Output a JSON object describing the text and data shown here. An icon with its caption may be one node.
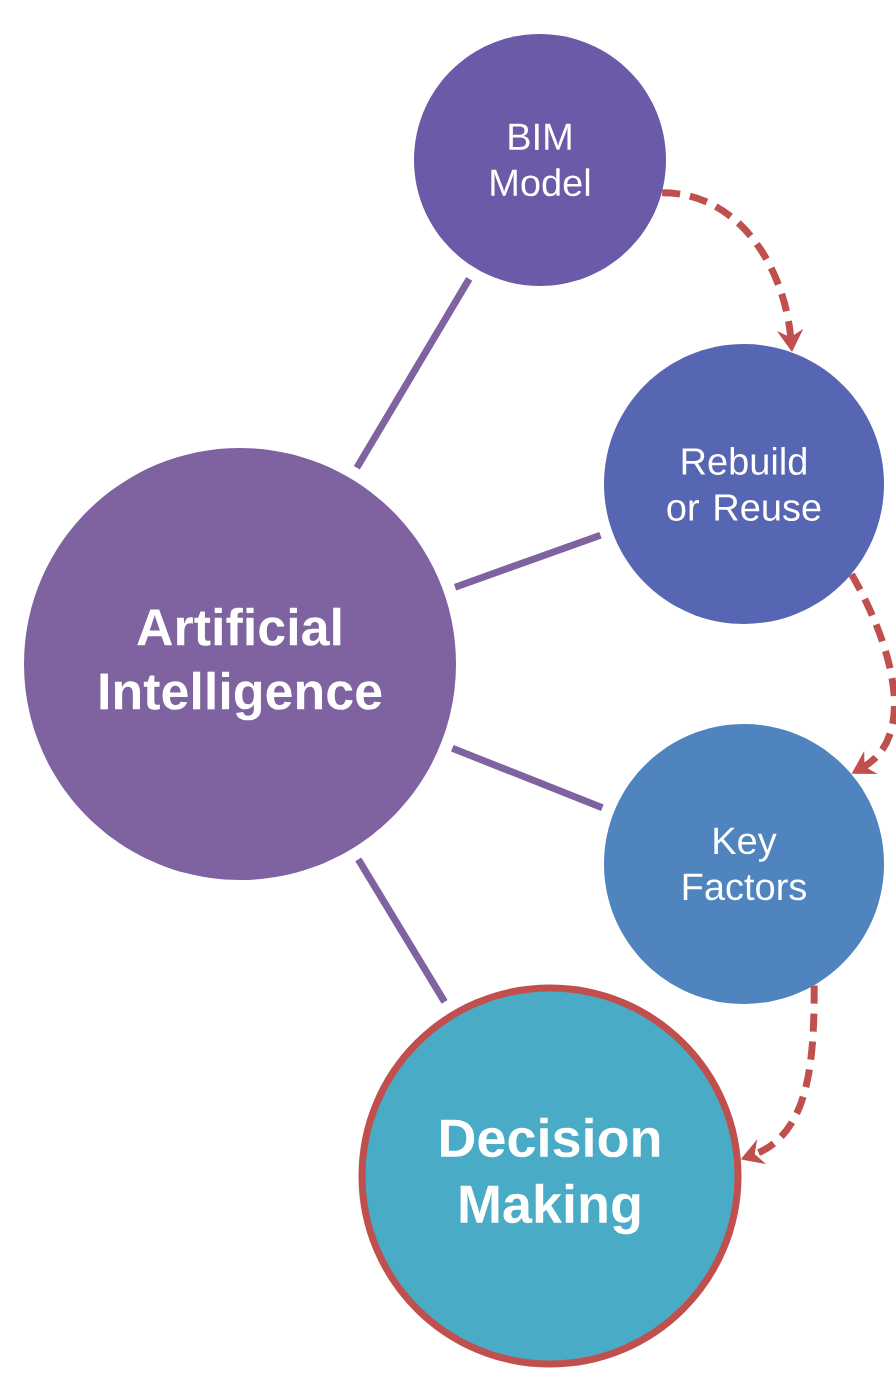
{
  "diagram": {
    "nodes": [
      {
        "text": [
          "Artificial Intelligence"
        ]
      },
      {
        "text": [
          "BIM Model"
        ]
      },
      {
        "text": [
          "Rebuild or Reuse"
        ]
      },
      {
        "text": [
          "Key Factors"
        ]
      },
      {
        "text": [
          "Decision Making"
        ]
      }
    ],
    "edges": [
      {
        "from": 0,
        "to": 1,
        "arrow": "none"
      },
      {
        "from": 0,
        "to": 2,
        "arrow": "none"
      },
      {
        "from": 0,
        "to": 3,
        "arrow": "none"
      },
      {
        "from": 0,
        "to": 4,
        "arrow": "none"
      },
      {
        "from": 1,
        "to": 2,
        "arrow": "to",
        "style": "dashed",
        "color": "#c0504d"
      },
      {
        "from": 2,
        "to": 3,
        "arrow": "to",
        "style": "dashed",
        "color": "#c0504d"
      },
      {
        "from": 3,
        "to": 4,
        "arrow": "to",
        "style": "dashed",
        "color": "#c0504d"
      }
    ]
  }
}
